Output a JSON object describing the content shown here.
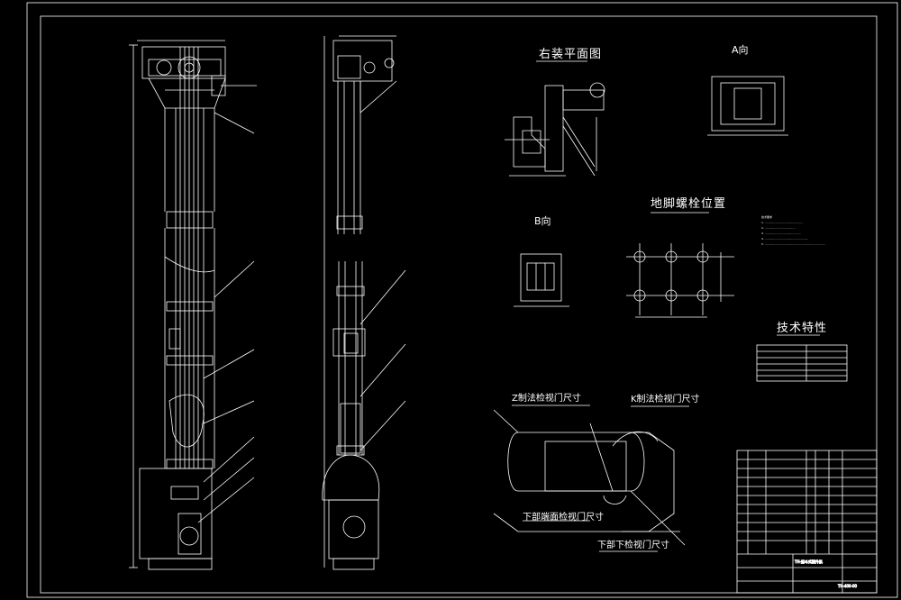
{
  "drawing": {
    "labels": {
      "right_plan": "右装平面图",
      "view_a": "A向",
      "view_b": "B向",
      "bolt_position": "地脚螺栓位置",
      "tech_spec": "技术特性",
      "z_door": "Z制法检视门尺寸",
      "k_door": "K制法检视门尺寸",
      "lower_end_door": "下部端面检视门尺寸",
      "lower_door": "下部下检视门尺寸"
    },
    "notes": [
      "技术要求",
      "1. ............................................",
      "2. ....................................",
      "3. ..........................................",
      "4. ..................................................",
      "5. ......................................................................"
    ],
    "title_block": {
      "drawing_name": "TH-型斗式提升机",
      "drawing_no": "TH-400-00"
    }
  },
  "colors": {
    "background": "#000000",
    "lines": "#ffffff"
  }
}
